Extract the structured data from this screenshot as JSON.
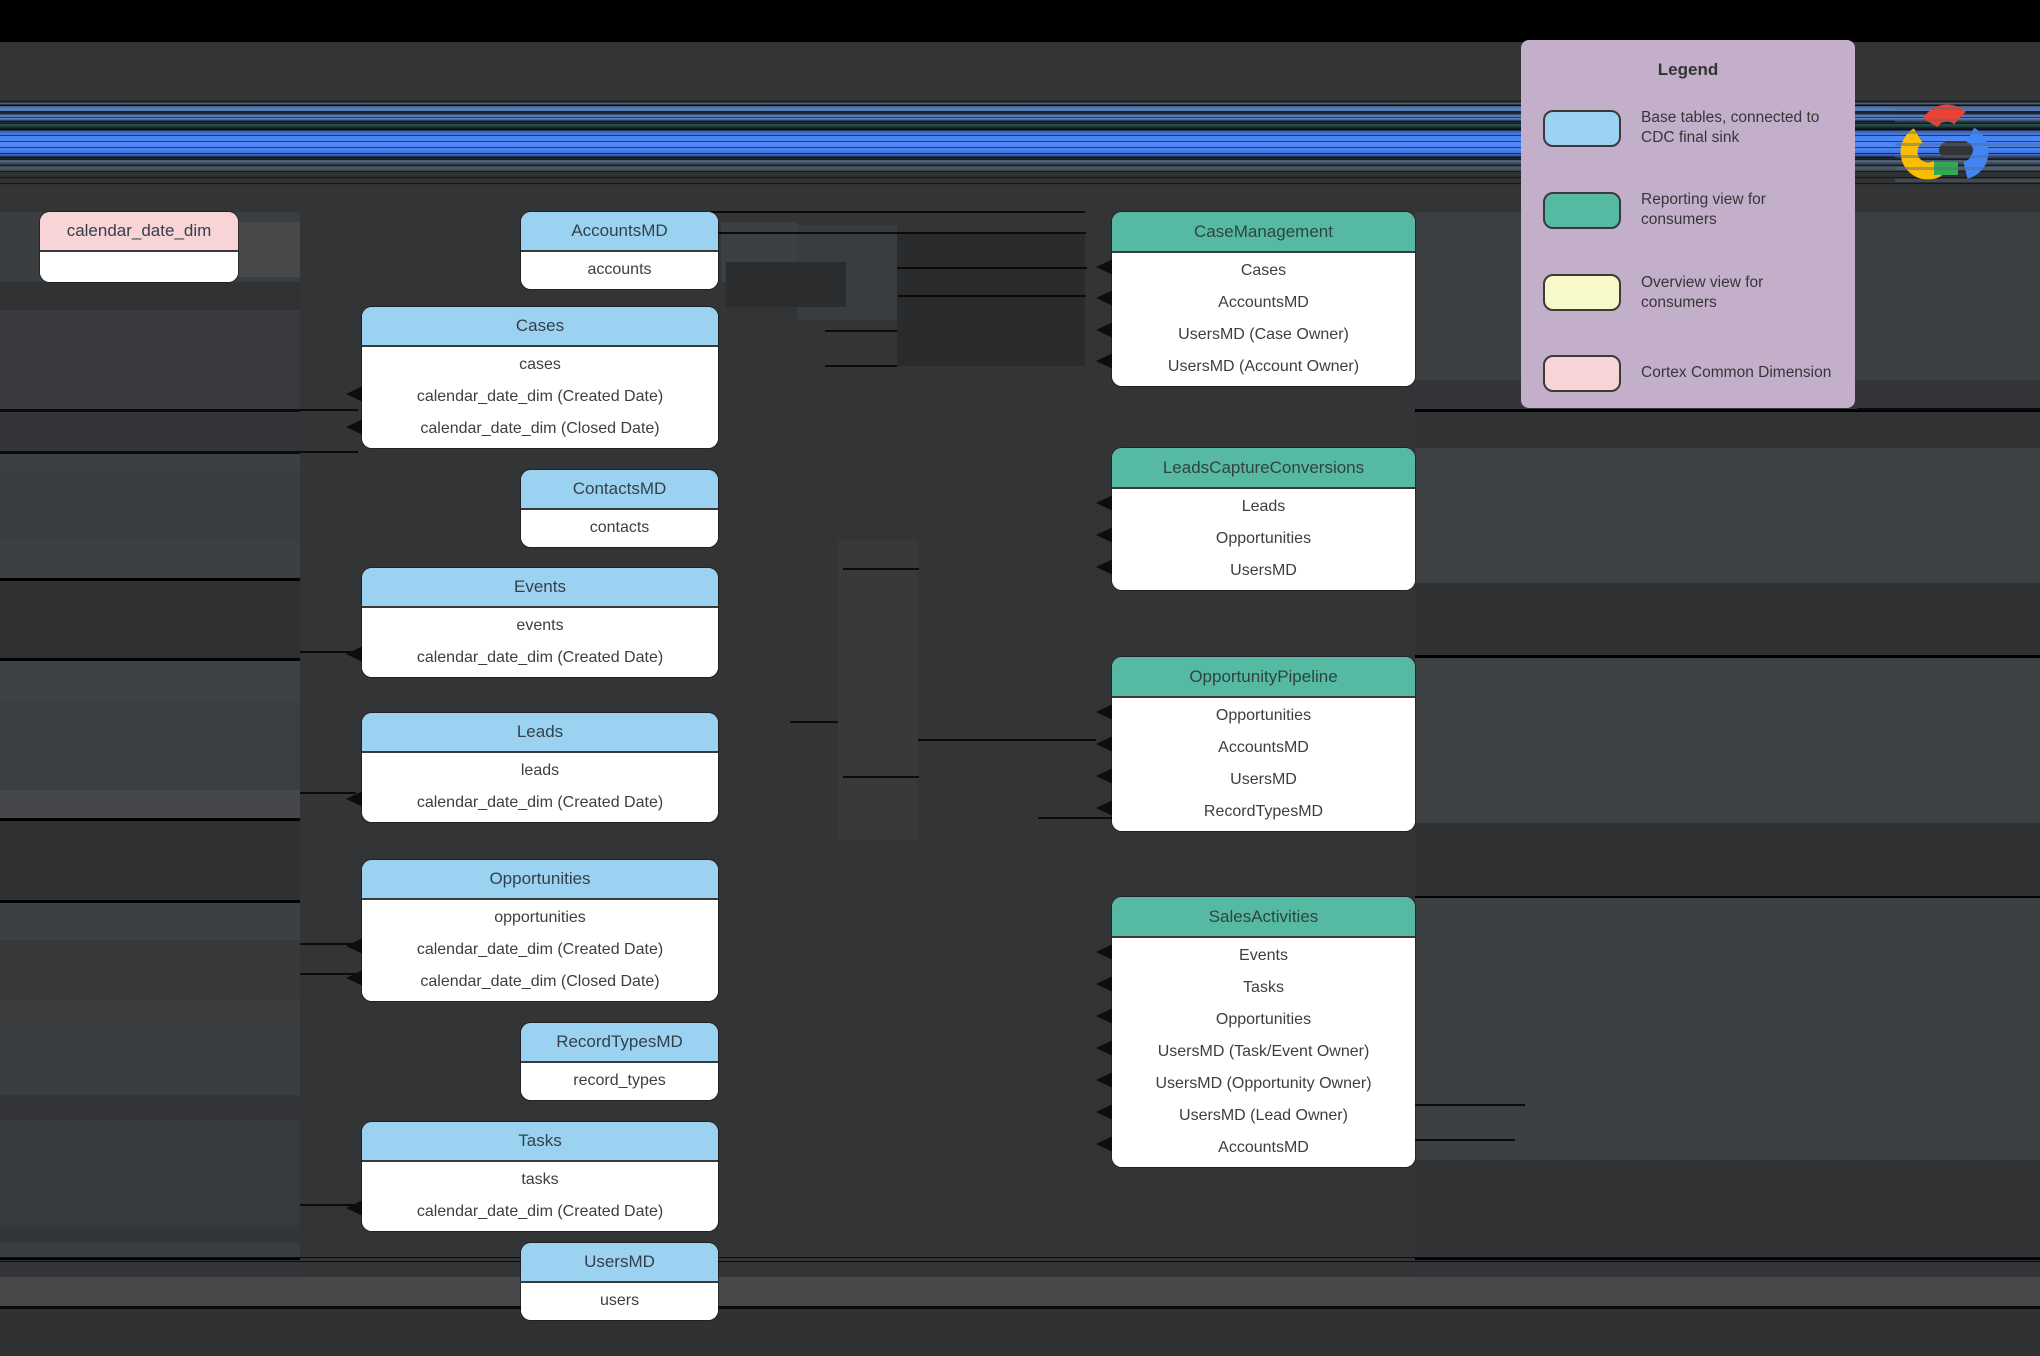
{
  "diagram": {
    "legend": {
      "title": "Legend",
      "items": [
        {
          "label": "Base tables, connected to CDC final sink",
          "color": "#9cd2f1"
        },
        {
          "label": "Reporting view for consumers",
          "color": "#55b9a4"
        },
        {
          "label": "Overview view for consumers",
          "color": "#f7f9c8"
        },
        {
          "label": "Cortex Common Dimension",
          "color": "#f9d4d7"
        }
      ]
    },
    "logo": {
      "name": "Google Cloud",
      "colors": {
        "red": "#ea4335",
        "blue": "#4285f4",
        "yellow": "#fbbc05",
        "green": "#34a853"
      }
    },
    "colors": {
      "background": "#333436",
      "base_table_header": "#9cd2f1",
      "reporting_view_header": "#55b9a4",
      "overview_view": "#f7f9c8",
      "common_dimension_header": "#f9d4d7",
      "legend_background": "#c4afcb"
    },
    "tables": {
      "common_dimensions": [
        {
          "name": "calendar_date_dim",
          "rows": []
        }
      ],
      "base_tables": [
        {
          "name": "AccountsMD",
          "rows": [
            "accounts"
          ]
        },
        {
          "name": "Cases",
          "rows": [
            "cases",
            "calendar_date_dim (Created Date)",
            "calendar_date_dim (Closed Date)"
          ]
        },
        {
          "name": "ContactsMD",
          "rows": [
            "contacts"
          ]
        },
        {
          "name": "Events",
          "rows": [
            "events",
            "calendar_date_dim (Created Date)"
          ]
        },
        {
          "name": "Leads",
          "rows": [
            "leads",
            "calendar_date_dim (Created Date)"
          ]
        },
        {
          "name": "Opportunities",
          "rows": [
            "opportunities",
            "calendar_date_dim (Created Date)",
            "calendar_date_dim (Closed Date)"
          ]
        },
        {
          "name": "RecordTypesMD",
          "rows": [
            "record_types"
          ]
        },
        {
          "name": "Tasks",
          "rows": [
            "tasks",
            "calendar_date_dim (Created Date)"
          ]
        },
        {
          "name": "UsersMD",
          "rows": [
            "users"
          ]
        }
      ],
      "reporting_views": [
        {
          "name": "CaseManagement",
          "rows": [
            "Cases",
            "AccountsMD",
            "UsersMD (Case Owner)",
            "UsersMD (Account Owner)"
          ]
        },
        {
          "name": "LeadsCaptureConversions",
          "rows": [
            "Leads",
            "Opportunities",
            "UsersMD"
          ]
        },
        {
          "name": "OpportunityPipeline",
          "rows": [
            "Opportunities",
            "AccountsMD",
            "UsersMD",
            "RecordTypesMD"
          ]
        },
        {
          "name": "SalesActivities",
          "rows": [
            "Events",
            "Tasks",
            "Opportunities",
            "UsersMD (Task/Event Owner)",
            "UsersMD (Opportunity Owner)",
            "UsersMD (Lead Owner)",
            "AccountsMD"
          ]
        }
      ]
    }
  }
}
